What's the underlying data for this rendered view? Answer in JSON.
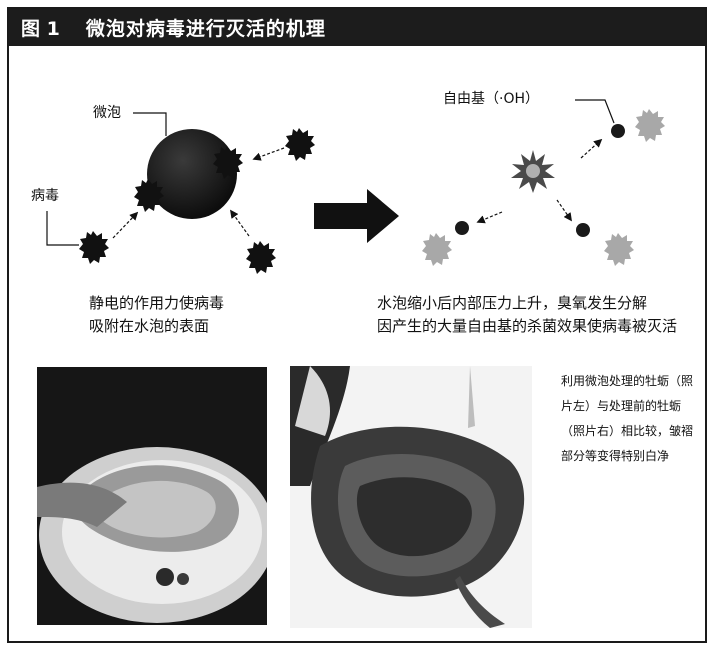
{
  "header": {
    "figure_label": "图 1",
    "title": "微泡对病毒进行灭活的机理"
  },
  "diagram": {
    "labels": {
      "microbubble": "微泡",
      "virus": "病毒",
      "free_radical": "自由基（·OH）"
    },
    "caption_left": [
      "静电的作用力使病毒",
      "吸附在水泡的表面"
    ],
    "caption_right": [
      "水泡缩小后内部压力上升，臭氧发生分解",
      "因产生的大量自由基的杀菌效果使病毒被灭活"
    ]
  },
  "photos": {
    "note": "利用微泡处理的牡蛎（照片左）与处理前的牡蛎（照片右）相比较，皱褶部分等变得特别白净"
  },
  "colors": {
    "header_bg": "#1c1c1c",
    "header_text": "#ffffff",
    "virus_gray": "#a8a8a8",
    "bubble": "#1f1f1f"
  }
}
